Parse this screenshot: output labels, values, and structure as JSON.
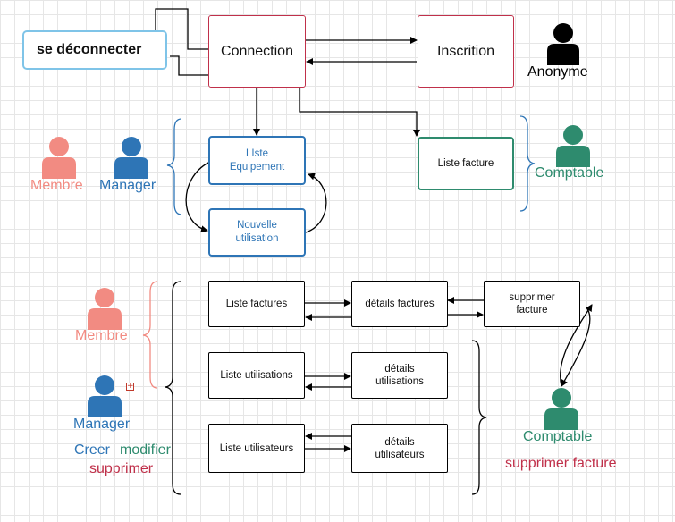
{
  "nodes": {
    "logout": "se déconnecter",
    "connection": "Connection",
    "inscription": "Inscrition",
    "liste_equipement": "LIste\nEquipement",
    "nouvelle_utilisation": "Nouvelle\nutilisation",
    "liste_facture_comptable": "Liste facture",
    "liste_factures": "Liste factures",
    "details_factures": "détails factures",
    "supprimer_facture": "supprimer\nfacture",
    "liste_utilisations": "Liste utilisations",
    "details_utilisations": "détails\nutilisations",
    "liste_utilisateurs": "Liste utilisateurs",
    "details_utilisateurs": "détails\nutilisateurs"
  },
  "actors": {
    "anonyme": "Anonyme",
    "membre_top": "Membre",
    "manager_top": "Manager",
    "comptable_top": "Comptable",
    "membre_bottom": "Membre",
    "manager_bottom": "Manager",
    "comptable_bottom": "Comptable"
  },
  "notes": {
    "creer": "Creer",
    "modifier": "modifier",
    "supprimer": "supprimer",
    "supprimer_facture": "supprimer facture",
    "expand": "+"
  },
  "colors": {
    "anonyme": "#000000",
    "membre": "#f28b82",
    "manager": "#2e75b6",
    "comptable": "#2e8b6e",
    "connection_border": "#c0304a",
    "accent_red": "#c0304a"
  }
}
